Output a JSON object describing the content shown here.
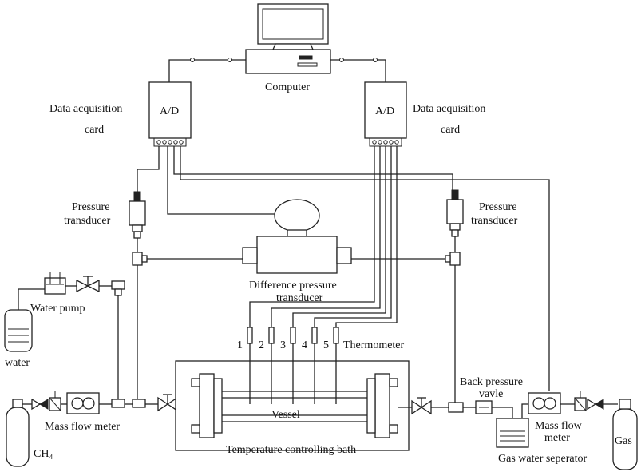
{
  "labels": {
    "computer": "Computer",
    "daq_left_line1": "Data acquisition",
    "daq_left_line2": "card",
    "daq_right_line1": "Data acquisition",
    "daq_right_line2": "card",
    "ad_left": "A/D",
    "ad_right": "A/D",
    "pt_left_line1": "Pressure",
    "pt_left_line2": "transducer",
    "pt_right_line1": "Pressure",
    "pt_right_line2": "transducer",
    "dpt_line1": "Difference pressure",
    "dpt_line2": "transducer",
    "water_pump": "Water pump",
    "water": "water",
    "thermometer": "Thermometer",
    "probe_numbers": [
      "1",
      "2",
      "3",
      "4",
      "5"
    ],
    "vessel": "Vessel",
    "bath": "Temperature controlling bath",
    "mfm_left": "Mass flow meter",
    "ch4": "CH₄",
    "back_pressure_line1": "Back pressure",
    "back_pressure_line2": "vavle",
    "mfm_right_line1": "Mass flow",
    "mfm_right_line2": "meter",
    "gas_water_sep": "Gas water seperator",
    "gas": "Gas"
  }
}
